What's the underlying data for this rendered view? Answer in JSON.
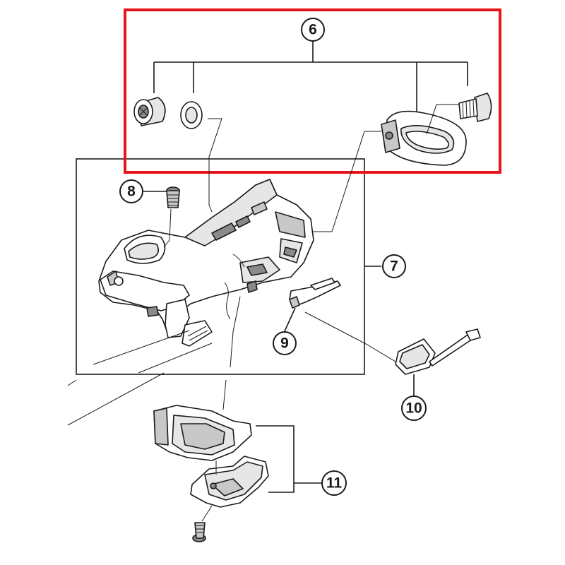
{
  "callouts": {
    "c6": "6",
    "c7": "7",
    "c8": "8",
    "c9": "9",
    "c10": "10",
    "c11": "11"
  },
  "colors": {
    "highlight": "#e8141c",
    "ink": "#1a1a1a",
    "background": "#ffffff"
  }
}
